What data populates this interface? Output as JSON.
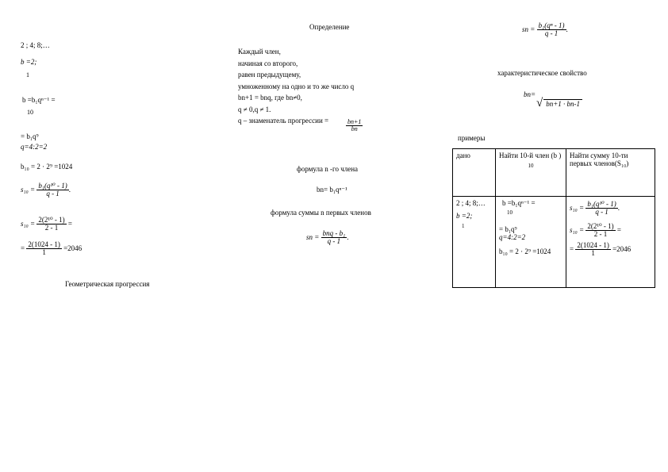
{
  "left": {
    "sequence": "2 ; 4; 8;…",
    "b1_line": "b =2;",
    "b1_sub": "1",
    "b10_formula": "b =b₁qⁿ⁻¹ =",
    "b10_sub": "10",
    "b10_eq2": "= b₁q⁹",
    "q_line": "q=4:2=2",
    "b10_result": "b₁₀ = 2 · 2⁹ =1024",
    "s10_lhs": "s₁₀ =",
    "s10_num": "b₁(q¹⁰ - 1)",
    "s10_den": "q - 1",
    "s10_eq2_num": "2(2¹⁰ - 1)",
    "s10_eq2_den": "2 - 1",
    "s10_eq3_num": "2(1024 - 1)",
    "s10_eq3_den": "1",
    "s10_result": "=2046",
    "title": "Геометрическая прогрессия"
  },
  "middle": {
    "heading": "Определение",
    "def_lines": [
      "Каждый член,",
      "начиная со второго,",
      "равен предыдущему,",
      "умноженному на одно и то же число q",
      "bn+1 = bnq, где bn≠0,",
      "q ≠ 0,q ≠ 1.",
      "q – знаменатель прогрессии ="
    ],
    "q_frac_num": "bn+1",
    "q_frac_den": "bn",
    "nth_label": "формула n -го члена",
    "nth_formula": "bn= b₁qⁿ⁻¹",
    "sum_label": "формула суммы   n первых членов",
    "sum_lhs": "sn =",
    "sum_num": "bnq - b₁",
    "sum_den": "q - 1"
  },
  "right": {
    "top_lhs": "sn =",
    "top_num": "b₁(qⁿ - 1)",
    "top_den": "q - 1",
    "char_label": "характеристическое свойство",
    "char_lhs": "bn=",
    "char_root": "bn+1 · bn-1",
    "examples_label": "примеры",
    "table": {
      "headers": [
        "дано",
        "Найти 10-й член (b )",
        "Найти сумму 10-ти первых членов(S₁₀)"
      ],
      "header_sub": "10",
      "given": [
        "2 ; 4; 8;…",
        "b =2;",
        "1"
      ],
      "find_b10": [
        "b =b₁qⁿ⁻¹ =",
        "10",
        "= b₁q⁹",
        "q=4:2=2",
        "b₁₀ = 2 · 2⁹ =1024"
      ],
      "find_s10": {
        "lhs": "s₁₀ =",
        "num": "b₁(q¹⁰ - 1)",
        "den": "q - 1",
        "eq2_lhs": "s₁₀ =",
        "eq2_num": "2(2¹⁰ - 1)",
        "eq2_den": "2 - 1",
        "eq3_num": "2(1024 - 1)",
        "eq3_den": "1",
        "result": "=2046"
      }
    }
  }
}
